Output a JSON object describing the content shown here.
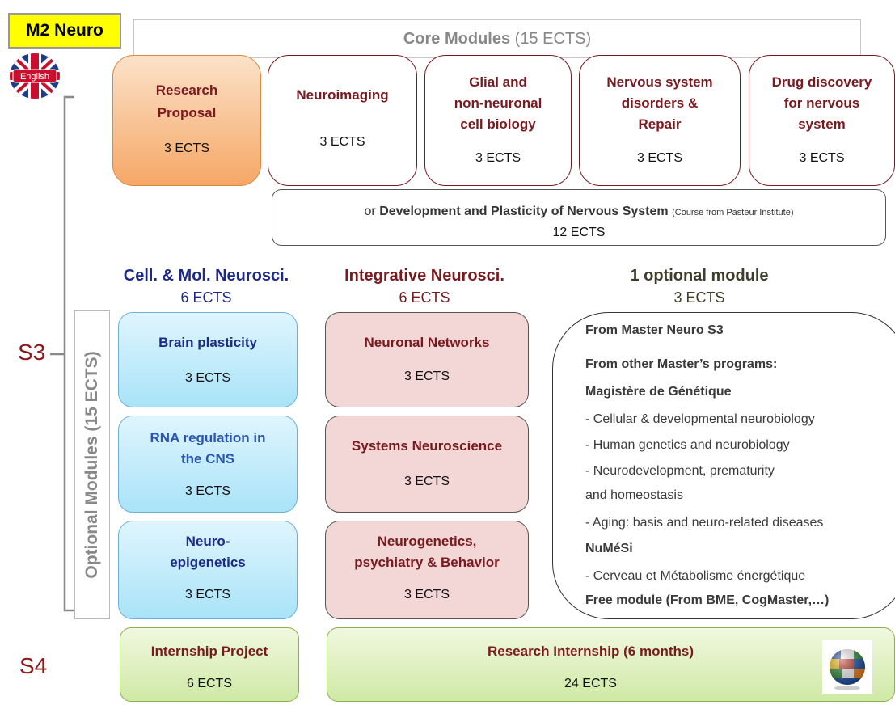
{
  "badge": "M2 Neuro",
  "flag_text": "English",
  "core_header": {
    "main": "Core Modules",
    "ects": "(15 ECTS)"
  },
  "core": [
    {
      "lines": [
        "Research",
        "Proposal"
      ],
      "ects": "3 ECTS"
    },
    {
      "lines": [
        "Neuroimaging"
      ],
      "ects": "3 ECTS"
    },
    {
      "lines": [
        "Glial and",
        "non-neuronal",
        "cell biology"
      ],
      "ects": "3 ECTS"
    },
    {
      "lines": [
        "Nervous system",
        "disorders &",
        "Repair"
      ],
      "ects": "3 ECTS"
    },
    {
      "lines": [
        "Drug discovery",
        "for nervous",
        "system"
      ],
      "ects": "3 ECTS"
    }
  ],
  "dev": {
    "prefix": "or",
    "title": "Development and Plasticity of Nervous System",
    "note": "(Course from Pasteur Institute)",
    "ects": "12 ECTS"
  },
  "columns": {
    "cell": {
      "head": "Cell. & Mol. Neurosci.",
      "ects": "6 ECTS"
    },
    "integ": {
      "head": "Integrative Neurosci.",
      "ects": "6 ECTS"
    },
    "opt": {
      "head": "1 optional module",
      "ects": "3 ECTS"
    }
  },
  "cell_modules": [
    {
      "lines": [
        "Brain plasticity"
      ],
      "ects": "3 ECTS"
    },
    {
      "lines": [
        "RNA regulation in",
        "the CNS"
      ],
      "ects": "3 ECTS"
    },
    {
      "lines": [
        "Neuro-",
        "epigenetics"
      ],
      "ects": "3 ECTS"
    }
  ],
  "integ_modules": [
    {
      "lines": [
        "Neuronal Networks"
      ],
      "ects": "3 ECTS"
    },
    {
      "lines": [
        "Systems Neuroscience"
      ],
      "ects": "3 ECTS"
    },
    {
      "lines": [
        "Neurogenetics,",
        "psychiatry &  Behavior"
      ],
      "ects": "3 ECTS"
    }
  ],
  "optional_list": {
    "from_s3": "From Master Neuro S3",
    "from_other": "From other Master’s programs:",
    "magistere": "Magistère de Génétique",
    "items": [
      "-  Cellular & developmental neurobiology",
      "- Human genetics and neurobiology",
      "- Neurodevelopment, prematurity",
      " and homeostasis",
      "- Aging: basis and neuro-related diseases"
    ],
    "numesi": "NuMéSi",
    "numesi_item": "- Cerveau et Métabolisme énergétique",
    "free": "Free module (From BME, CogMaster,…)"
  },
  "optional_label": "Optional Modules (15 ECTS)",
  "s3": "S3",
  "s4": "S4",
  "s4_modules": [
    {
      "title": "Internship Project",
      "ects": "6 ECTS"
    },
    {
      "title": "Research Internship (6 months)",
      "ects": "24 ECTS"
    }
  ],
  "colors": {
    "maroon": "#7a1a1f",
    "navy": "#1d2a8a",
    "cell_blue": "#a9e3f8",
    "integ_pink": "#f3d6d6",
    "s4_green": "#cfe9a6",
    "proposal_orange": "#f6a766",
    "badge_yellow": "#ffff00"
  }
}
